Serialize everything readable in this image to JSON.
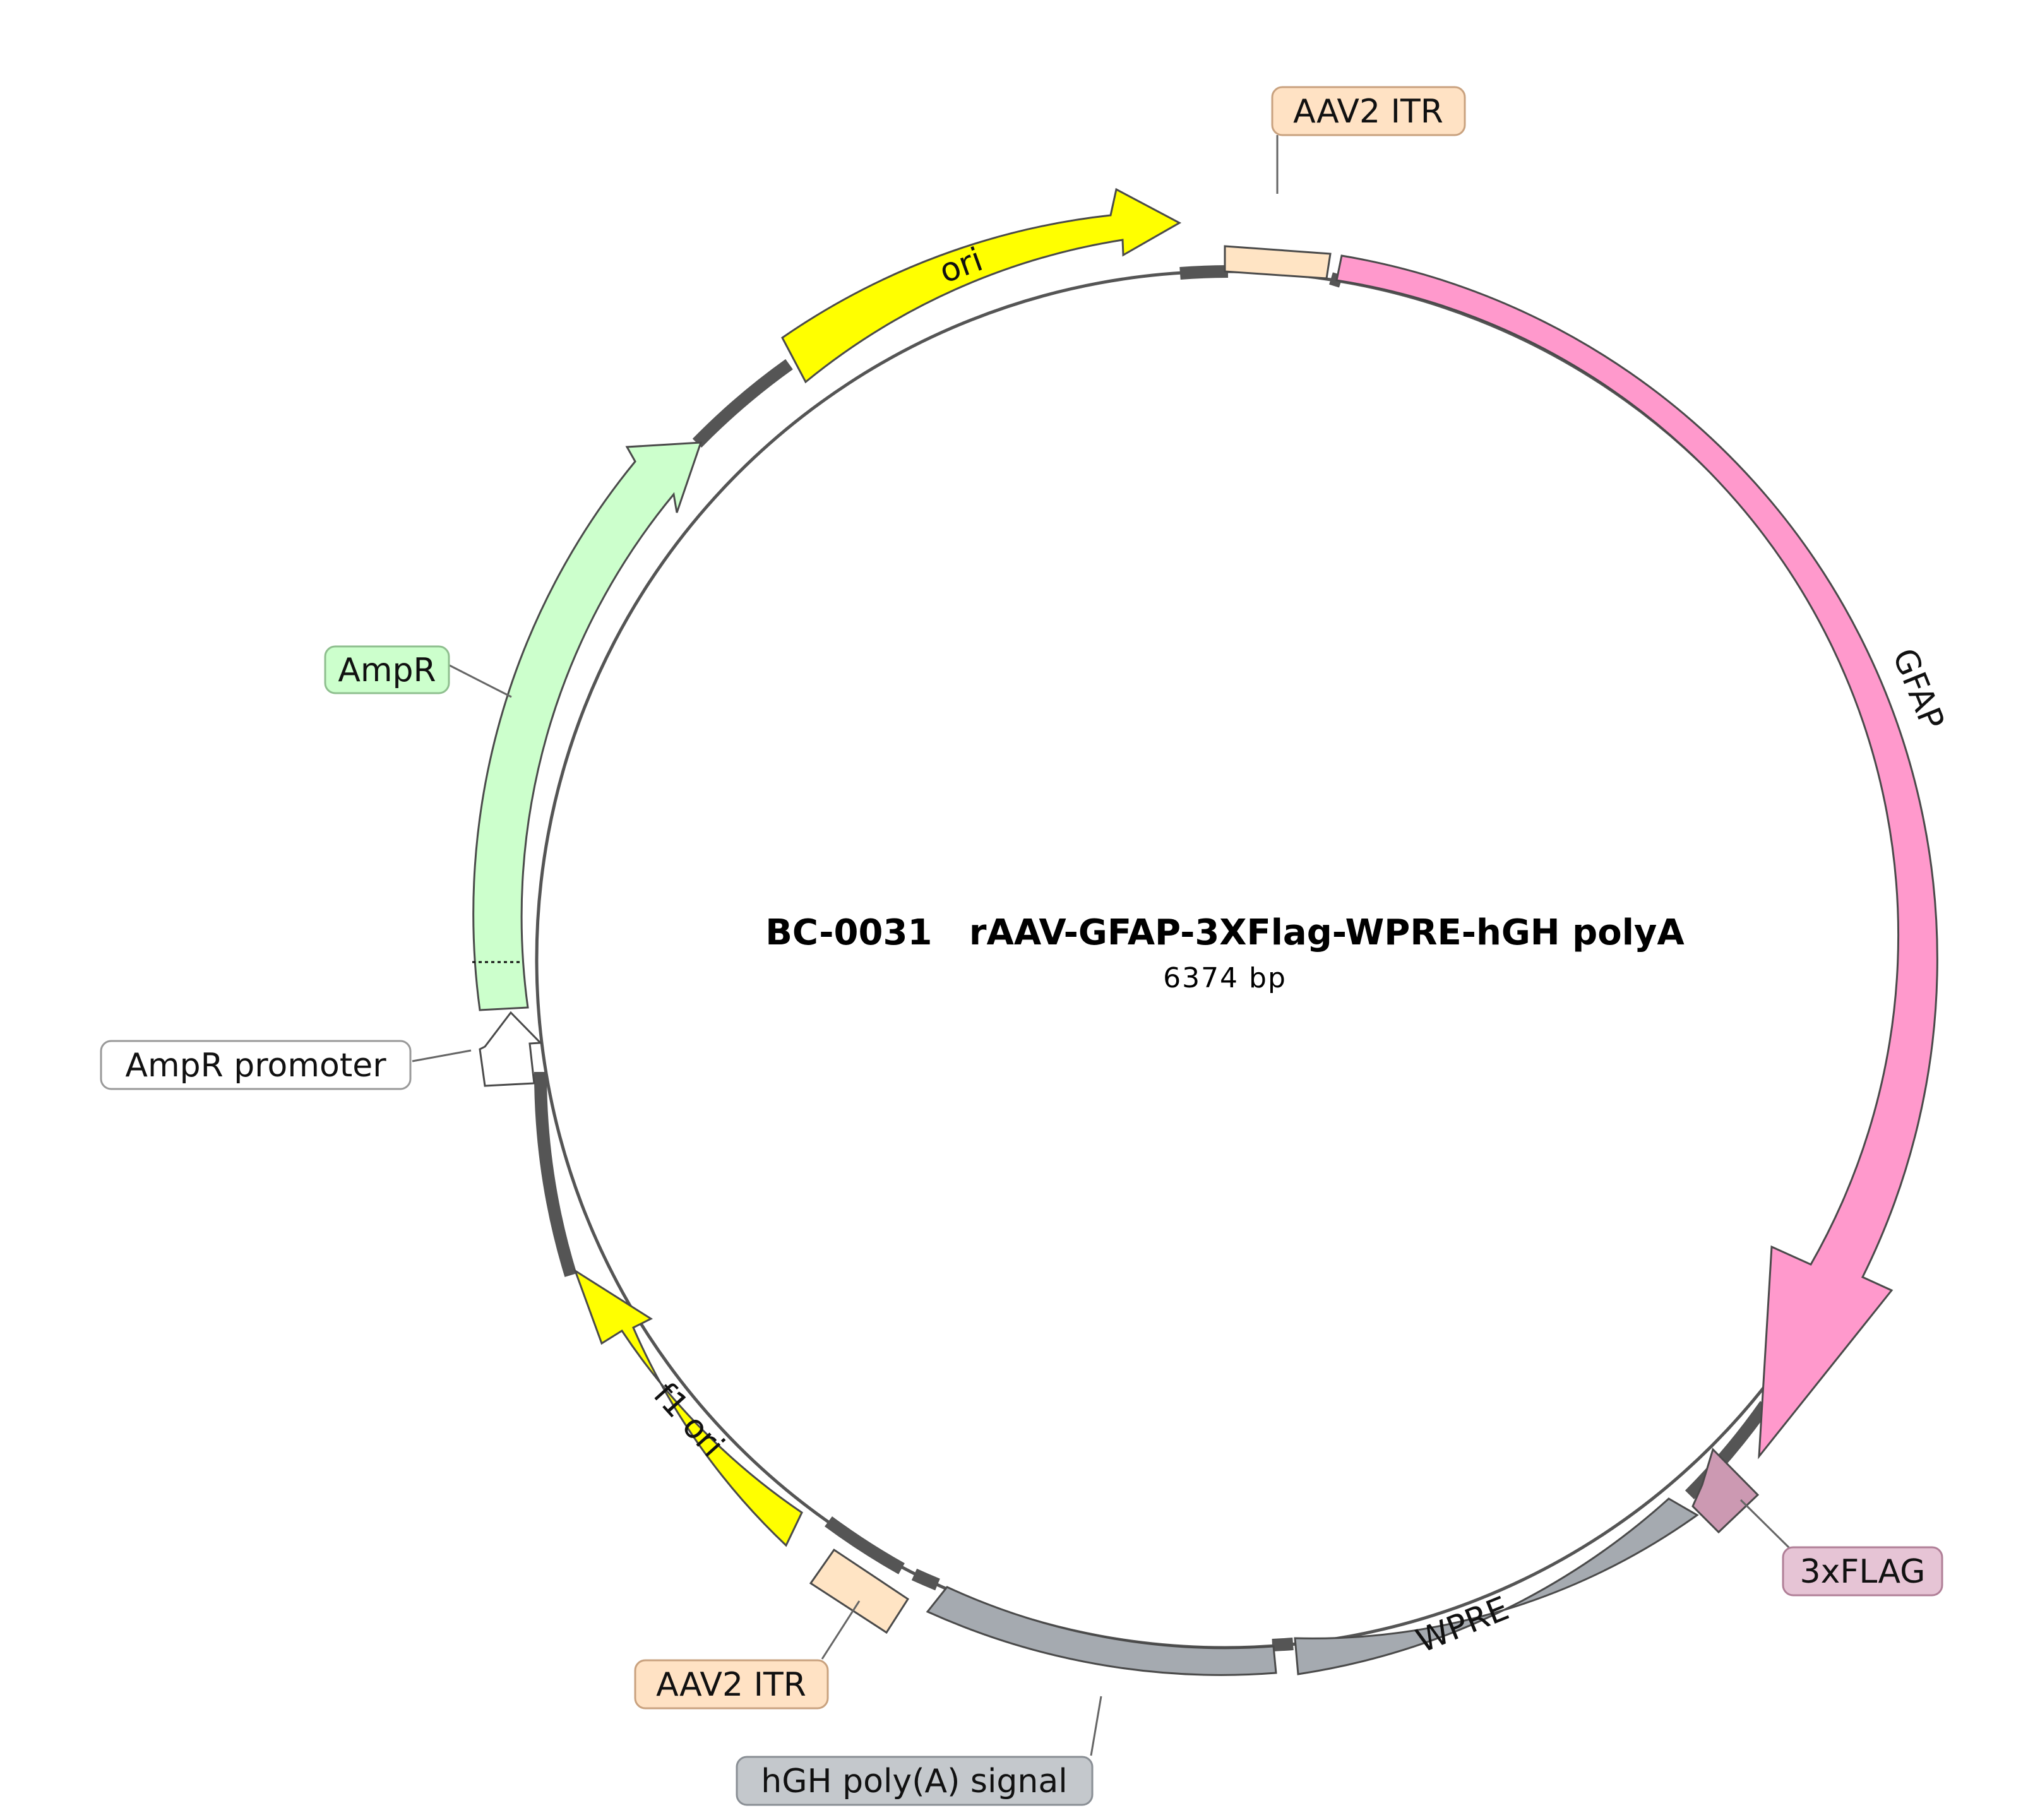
{
  "diagram": {
    "title": "BC-0031   rAAV-GFAP-3XFlag-WPRE-hGH polyA",
    "subtitle": "6374 bp",
    "features": [
      {
        "id": "aav2-itr-top",
        "name": "AAV2 ITR",
        "fill": "#ffe4c4",
        "callout": true,
        "callout_text": "AAV2 ITR",
        "callout_fill": "#ffe2c4",
        "callout_stroke": "#c9a27f"
      },
      {
        "id": "gfap",
        "name": "GFAP",
        "fill": "#ff99cc",
        "callout": false,
        "label_on_feature": "GFAP"
      },
      {
        "id": "3xflag",
        "name": "3xFLAG",
        "fill": "#cc99b2",
        "callout": true,
        "callout_text": "3xFLAG",
        "callout_fill": "#e6c4d5",
        "callout_stroke": "#b07f97"
      },
      {
        "id": "wpre",
        "name": "WPRE",
        "fill": "#a5aab0",
        "callout": false,
        "label_on_feature": "WPRE"
      },
      {
        "id": "hgh-polya",
        "name": "hGH poly(A) signal",
        "fill": "#a5aab0",
        "callout": true,
        "callout_text": "hGH poly(A) signal",
        "callout_fill": "#c4c8cc",
        "callout_stroke": "#8a8f95"
      },
      {
        "id": "aav2-itr-bottom",
        "name": "AAV2 ITR",
        "fill": "#ffe4c4",
        "callout": true,
        "callout_text": "AAV2 ITR",
        "callout_fill": "#ffe2c4",
        "callout_stroke": "#c9a27f"
      },
      {
        "id": "f1-ori",
        "name": "f1 ori",
        "fill": "#ffff00",
        "callout": false,
        "label_on_feature": "f1 ori"
      },
      {
        "id": "ampr-promoter",
        "name": "AmpR promoter",
        "fill": "#ffffff",
        "callout": true,
        "callout_text": "AmpR promoter",
        "callout_fill": "#ffffff",
        "callout_stroke": "#999999"
      },
      {
        "id": "ampr",
        "name": "AmpR",
        "fill": "#ccffcc",
        "callout": true,
        "callout_text": "AmpR",
        "callout_fill": "#ccffcc",
        "callout_stroke": "#8fbf8f"
      },
      {
        "id": "ori",
        "name": "ori",
        "fill": "#ffff00",
        "callout": false,
        "label_on_feature": "ori"
      }
    ]
  }
}
